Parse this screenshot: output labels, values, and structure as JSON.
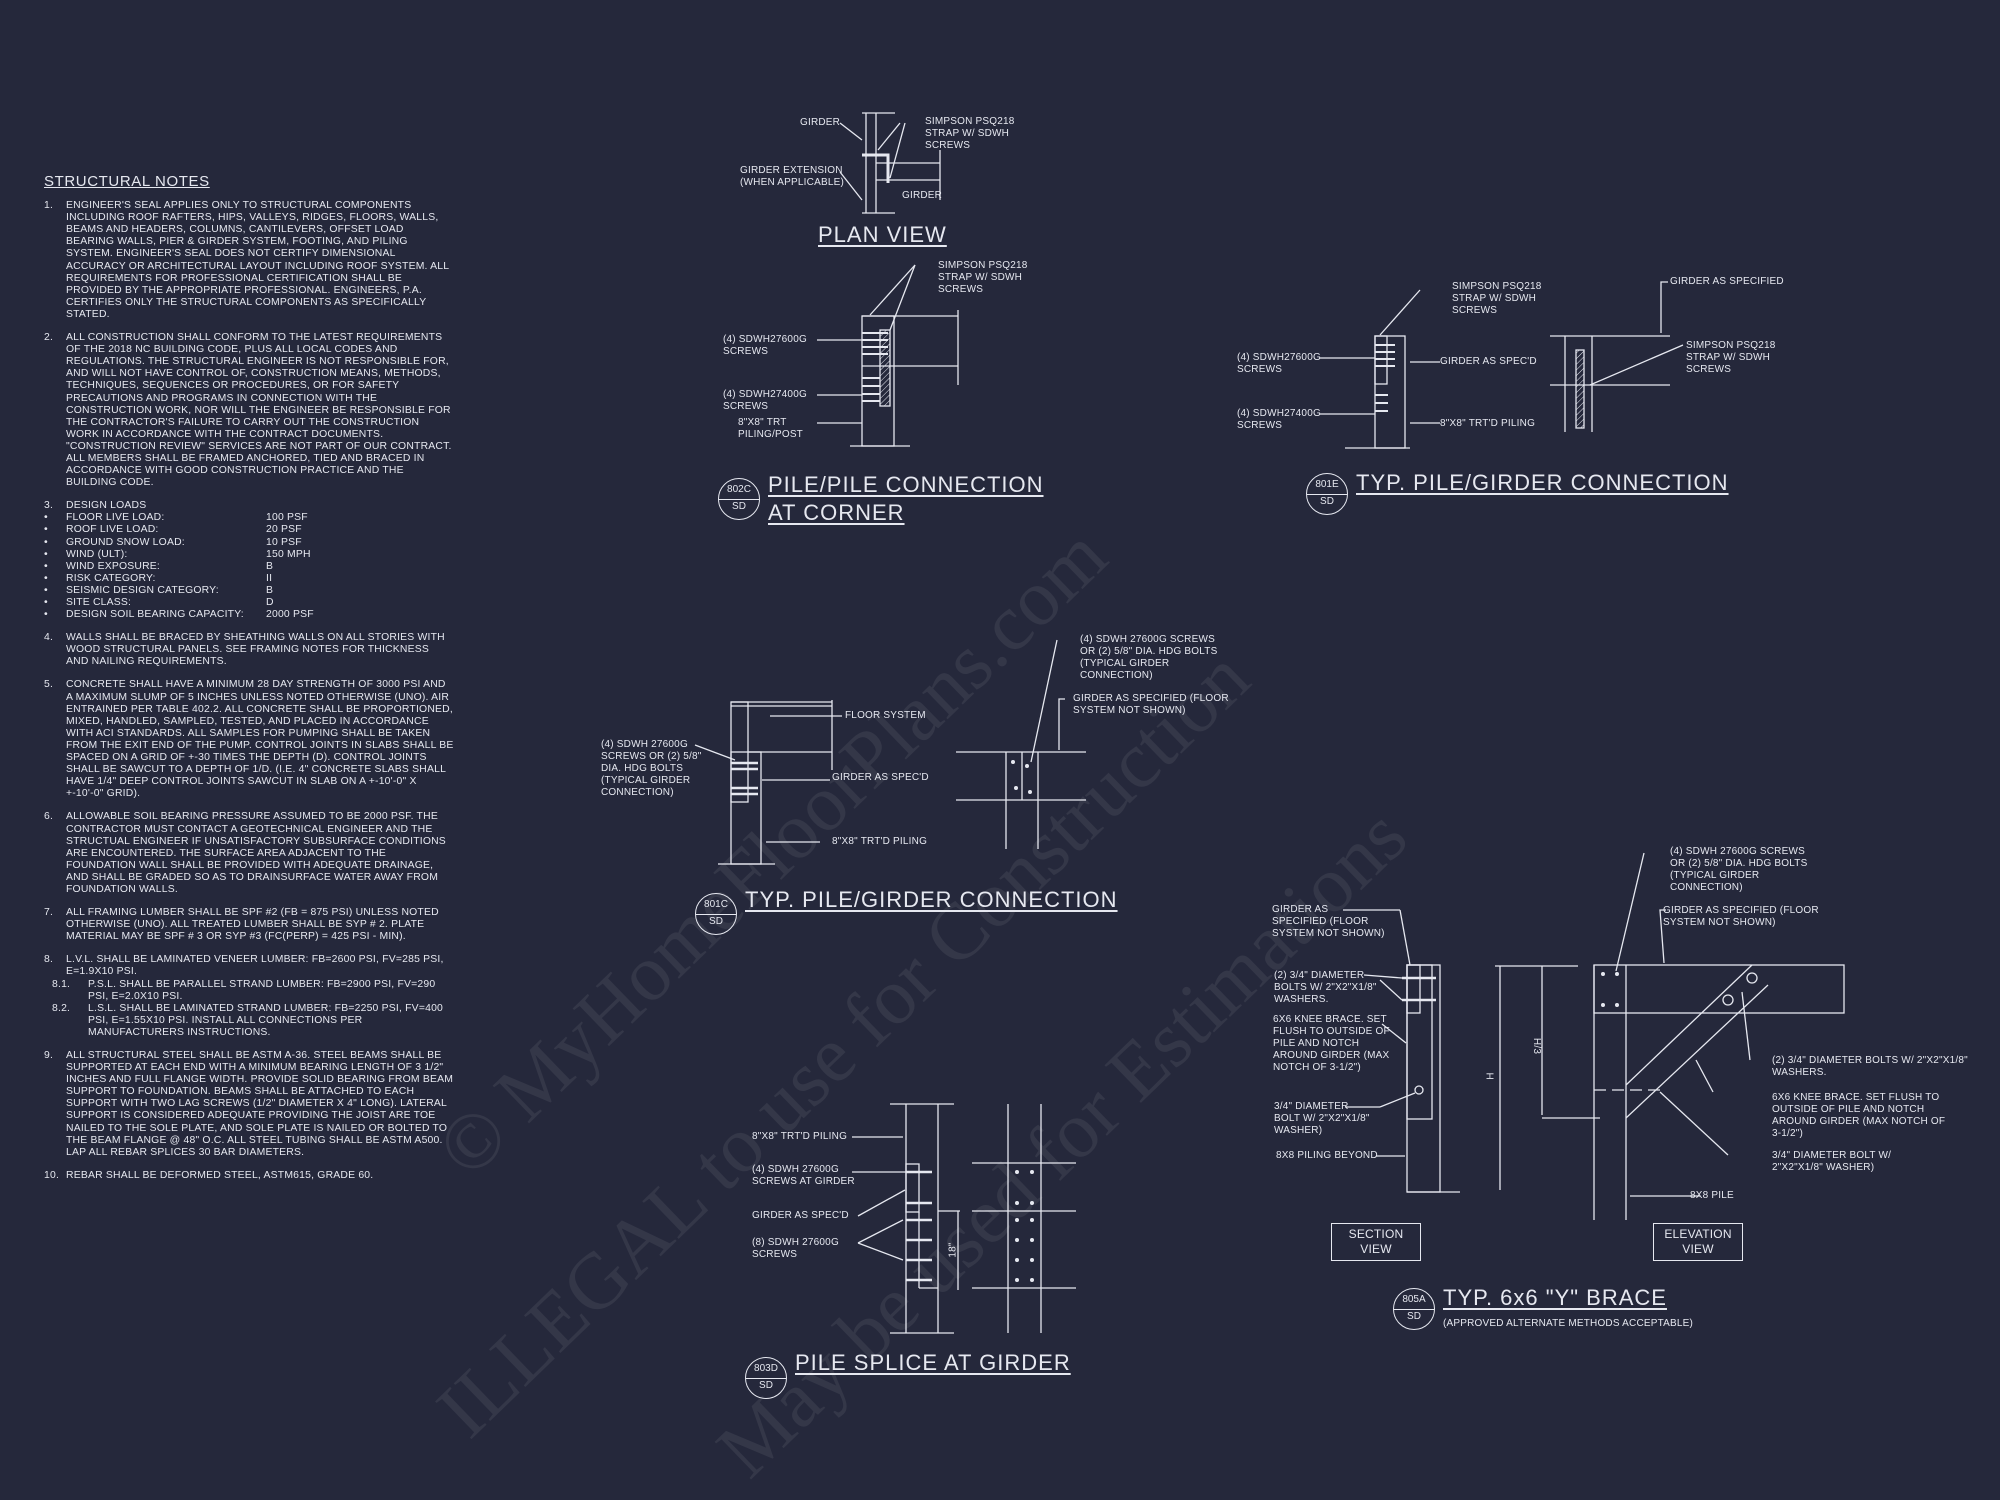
{
  "colors": {
    "background": "#25283b",
    "ink": "#e6e8f0"
  },
  "watermark": {
    "line1": "© MyHomeFloorPlans.com",
    "line2": "ILLEGAL to use for Construction",
    "line3": "May be used for Estimations"
  },
  "notes": {
    "title": "STRUCTURAL NOTES",
    "items": [
      {
        "num": "1.",
        "text": "ENGINEER'S SEAL APPLIES ONLY TO STRUCTURAL COMPONENTS INCLUDING ROOF RAFTERS, HIPS, VALLEYS, RIDGES, FLOORS, WALLS, BEAMS AND HEADERS, COLUMNS, CANTILEVERS, OFFSET LOAD BEARING WALLS, PIER & GIRDER SYSTEM, FOOTING, AND PILING SYSTEM. ENGINEER'S SEAL DOES NOT CERTIFY DIMENSIONAL ACCURACY OR ARCHITECTURAL LAYOUT INCLUDING ROOF SYSTEM. ALL REQUIREMENTS FOR PROFESSIONAL CERTIFICATION SHALL BE PROVIDED BY THE APPROPRIATE PROFESSIONAL. ENGINEERS, P.A. CERTIFIES ONLY THE STRUCTURAL COMPONENTS AS SPECIFICALLY STATED."
      },
      {
        "num": "2.",
        "text": "ALL CONSTRUCTION SHALL CONFORM TO THE LATEST REQUIREMENTS OF THE 2018 NC BUILDING CODE, PLUS ALL LOCAL CODES AND REGULATIONS. THE STRUCTURAL ENGINEER IS NOT RESPONSIBLE FOR, AND WILL NOT HAVE CONTROL OF, CONSTRUCTION MEANS, METHODS, TECHNIQUES, SEQUENCES OR PROCEDURES, OR FOR SAFETY PRECAUTIONS AND PROGRAMS IN CONNECTION WITH THE CONSTRUCTION WORK, NOR WILL THE ENGINEER BE RESPONSIBLE FOR THE CONTRACTOR'S FAILURE TO CARRY OUT THE CONSTRUCTION WORK IN ACCORDANCE WITH THE CONTRACT DOCUMENTS. \"CONSTRUCTION REVIEW\" SERVICES ARE NOT PART OF OUR CONTRACT. ALL MEMBERS SHALL BE FRAMED ANCHORED, TIED AND BRACED IN ACCORDANCE WITH GOOD CONSTRUCTION PRACTICE AND THE BUILDING CODE."
      },
      {
        "num": "3.",
        "text": "DESIGN LOADS"
      },
      {
        "num": "4.",
        "text": "WALLS SHALL BE BRACED BY SHEATHING WALLS ON ALL STORIES WITH WOOD STRUCTURAL PANELS. SEE FRAMING NOTES FOR THICKNESS AND NAILING REQUIREMENTS."
      },
      {
        "num": "5.",
        "text": "CONCRETE SHALL HAVE A MINIMUM 28 DAY STRENGTH OF 3000 PSI AND A MAXIMUM SLUMP OF 5 INCHES UNLESS NOTED OTHERWISE (UNO). AIR ENTRAINED PER TABLE 402.2. ALL CONCRETE SHALL BE PROPORTIONED, MIXED, HANDLED, SAMPLED, TESTED, AND PLACED IN ACCORDANCE WITH ACI STANDARDS. ALL SAMPLES FOR PUMPING SHALL BE TAKEN FROM THE EXIT END OF THE PUMP. CONTROL JOINTS IN SLABS SHALL BE SPACED ON A GRID OF +-30 TIMES THE DEPTH (D). CONTROL JOINTS SHALL BE SAWCUT TO A DEPTH OF 1/D. (I.E. 4\" CONCRETE SLABS SHALL HAVE 1/4\" DEEP CONTROL JOINTS SAWCUT IN SLAB ON A +-10'-0\" x +-10'-0\" GRID)."
      },
      {
        "num": "6.",
        "text": "ALLOWABLE SOIL BEARING PRESSURE ASSUMED TO BE 2000 PSF. THE CONTRACTOR MUST CONTACT A GEOTECHNICAL ENGINEER AND THE STRUCTUAL ENGINEER IF UNSATISFACTORY SUBSURFACE CONDITIONS ARE ENCOUNTERED. THE SURFACE AREA ADJACENT TO THE FOUNDATION WALL SHALL BE PROVIDED WITH ADEQUATE DRAINAGE, AND SHALL BE GRADED SO AS TO DRAINSURFACE WATER AWAY FROM FOUNDATION WALLS."
      },
      {
        "num": "7.",
        "text": "ALL FRAMING LUMBER SHALL BE SPF #2 (Fb = 875 PSI) UNLESS NOTED OTHERWISE (UNO). ALL TREATED LUMBER SHALL BE SYP # 2. PLATE MATERIAL MAY BE SPF # 3 OR SYP #3 (Fc(perp) = 425 PSI - MIN)."
      },
      {
        "num": "8.",
        "text": "L.V.L. SHALL BE LAMINATED VENEER LUMBER: Fb=2600 PSI, Fv=285 PSI, E=1.9x10 PSI."
      },
      {
        "num": "9.",
        "text": "ALL STRUCTURAL STEEL SHALL BE ASTM A-36. STEEL BEAMS SHALL BE SUPPORTED AT EACH END WITH A MINIMUM BEARING LENGTH OF 3 1/2\" INCHES AND FULL FLANGE WIDTH. PROVIDE SOLID BEARING FROM BEAM SUPPORT TO FOUNDATION. BEAMS SHALL BE ATTACHED TO EACH SUPPORT WITH TWO LAG SCREWS (1/2\" DIAMETER x 4\" LONG). LATERAL SUPPORT IS CONSIDERED ADEQUATE PROVIDING THE JOIST ARE TOE NAILED TO THE SOLE PLATE, AND SOLE PLATE IS NAILED OR BOLTED TO THE BEAM FLANGE @ 48\" O.C. ALL STEEL TUBING SHALL BE ASTM A500. LAP ALL REBAR SPLICES 30 BAR DIAMETERS."
      },
      {
        "num": "10.",
        "text": "REBAR SHALL BE DEFORMED STEEL, ASTM615, GRADE 60."
      }
    ],
    "sub_items": [
      {
        "num": "8.1.",
        "text": "P.S.L. SHALL BE PARALLEL STRAND LUMBER: Fb=2900 PSI, Fv=290 PSI, E=2.0x10 PSI."
      },
      {
        "num": "8.2.",
        "text": "L.S.L. SHALL BE LAMINATED STRAND LUMBER: Fb=2250 PSI, Fv=400 PSI, E=1.55x10 PSI. INSTALL ALL CONNECTIONS PER MANUFACTURERS INSTRUCTIONS."
      }
    ],
    "bullet": "•",
    "design_loads": [
      {
        "label": "FLOOR LIVE LOAD:",
        "value": "100 PSF"
      },
      {
        "label": "ROOF LIVE LOAD:",
        "value": "20 PSF"
      },
      {
        "label": "GROUND SNOW LOAD:",
        "value": "10 PSF"
      },
      {
        "label": "WIND (ULT):",
        "value": "150 MPH"
      },
      {
        "label": "WIND EXPOSURE:",
        "value": "B"
      },
      {
        "label": "RISK CATEGORY:",
        "value": "II"
      },
      {
        "label": "SEISMIC DESIGN CATEGORY:",
        "value": "B"
      },
      {
        "label": "SITE CLASS:",
        "value": "D"
      },
      {
        "label": "DESIGN SOIL BEARING CAPACITY:",
        "value": "2000 PSF"
      }
    ]
  },
  "details": {
    "plan_view": {
      "title": "PLAN VIEW",
      "labels": {
        "girder": "GIRDER",
        "strap": "SIMPSON PSQ218\nSTRAP W/ SDWH\nSCREWS",
        "extension": "GIRDER EXTENSION\n(WHEN APPLICABLE)",
        "girder2": "GIRDER"
      }
    },
    "d802c": {
      "code": "802C",
      "sheet": "SD",
      "title1": "PILE/PILE CONNECTION",
      "title2": "AT CORNER",
      "labels": {
        "strap": "SIMPSON PSQ218\nSTRAP W/ SDWH\nSCREWS",
        "screws1": "(4) SDWH27600G\nSCREWS",
        "screws2": "(4) SDWH27400G\nSCREWS",
        "piling": "8\"x8\" TRT\nPILING/POST"
      }
    },
    "d801e": {
      "code": "801E",
      "sheet": "SD",
      "title": "TYP. PILE/GIRDER CONNECTION",
      "labels": {
        "strap": "SIMPSON PSQ218\nSTRAP W/ SDWH\nSCREWS",
        "screws1": "(4) SDWH27600G\nSCREWS",
        "girder": "GIRDER AS SPEC'D",
        "screws2": "(4) SDWH27400G\nSCREWS",
        "piling": "8\"x8\" TRT'D PILING",
        "girder_spec": "GIRDER AS SPECIFIED",
        "strap2": "SIMPSON PSQ218\nSTRAP W/ SDWH\nSCREWS"
      }
    },
    "d801c": {
      "code": "801C",
      "sheet": "SD",
      "title": "TYP. PILE/GIRDER CONNECTION",
      "labels": {
        "floor": "FLOOR SYSTEM",
        "screws": "(4) SDWH 27600G\nSCREWS OR (2) 5/8\"\nDIA. HDG BOLTS\n(TYPICAL GIRDER\nCONNECTION)",
        "girder": "GIRDER AS SPEC'D",
        "piling": "8\"x8\" TRT'D PILING",
        "screws_r": "(4) SDWH 27600G SCREWS\nOR (2) 5/8\" DIA. HDG BOLTS\n(TYPICAL GIRDER\nCONNECTION)",
        "girder_r": "GIRDER AS SPECIFIED (FLOOR\nSYSTEM NOT SHOWN)"
      }
    },
    "d803d": {
      "code": "803D",
      "sheet": "SD",
      "title": "PILE SPLICE AT GIRDER",
      "labels": {
        "piling": "8\"x8\" TRT'D PILING",
        "screws1": "(4) SDWH 27600G\nSCREWS AT GIRDER",
        "girder": "GIRDER AS SPEC'D",
        "screws2": "(8) SDWH 27600G\nSCREWS",
        "dim": "18\""
      }
    },
    "d805a": {
      "code": "805A",
      "sheet": "SD",
      "title": "TYP. 6x6 \"Y\" BRACE",
      "subtitle": "(APPROVED ALTERNATE METHODS ACCEPTABLE)",
      "section_view": "SECTION\nVIEW",
      "elevation_view": "ELEVATION\nVIEW",
      "labels": {
        "girder_l": "GIRDER AS\nSPECIFIED (FLOOR\nSYSTEM NOT SHOWN)",
        "bolts_l": "(2) 3/4\" DIAMETER\nBOLTS W/ 2\"x2\"x1/8\"\nWASHERS.",
        "knee_l": "6x6 KNEE BRACE. SET\nFLUSH TO OUTSIDE OF\nPILE AND NOTCH\nAROUND GIRDER (MAX\nNOTCH OF 3-1/2\")",
        "bolt_l": "3/4\" DIAMETER\nBOLT W/ 2\"x2\"x1/8\"\nWASHER)",
        "piling_l": "8x8 PILING BEYOND",
        "dim_h": "H",
        "dim_h3": "H/3",
        "screws_r": "(4) SDWH 27600G SCREWS\nOR (2) 5/8\" DIA. HDG BOLTS\n(TYPICAL GIRDER\nCONNECTION)",
        "girder_r": "GIRDER AS SPECIFIED (FLOOR\nSYSTEM NOT SHOWN)",
        "bolts_r": "(2) 3/4\" DIAMETER BOLTS W/ 2\"x2\"x1/8\"\nWASHERS.",
        "knee_r": "6x6 KNEE BRACE. SET FLUSH TO\nOUTSIDE OF PILE AND NOTCH\nAROUND GIRDER (MAX NOTCH OF\n3-1/2\")",
        "bolt_r": "3/4\" DIAMETER BOLT W/\n2\"x2\"x1/8\" WASHER)",
        "pile_r": "8x8 PILE"
      }
    }
  }
}
